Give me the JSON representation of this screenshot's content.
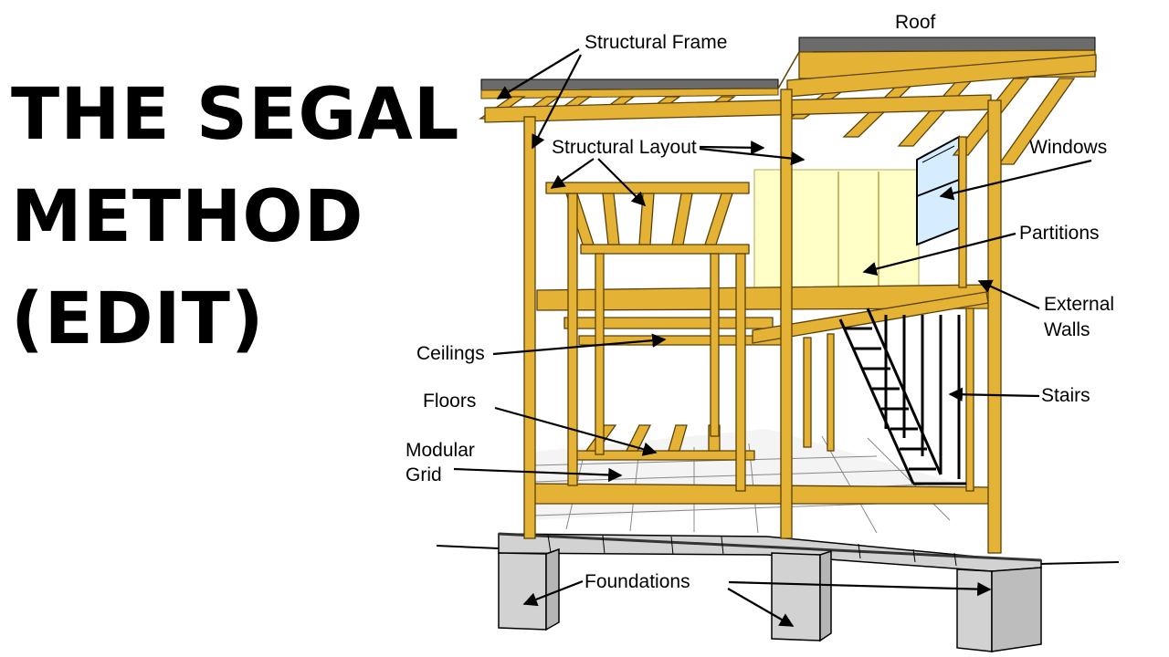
{
  "title": {
    "line1": "THE SEGAL",
    "line2": "METHOD",
    "line3": "(EDIT)"
  },
  "labels": {
    "roof": "Roof",
    "structural_frame": "Structural Frame",
    "structural_layout": "Structural Layout",
    "windows": "Windows",
    "partitions": "Partitions",
    "external_walls_1": "External",
    "external_walls_2": "Walls",
    "ceilings": "Ceilings",
    "stairs": "Stairs",
    "floors": "Floors",
    "modular_grid_1": "Modular",
    "modular_grid_2": "Grid",
    "foundations": "Foundations"
  },
  "colors": {
    "timber": "#E4B235",
    "timber_outline": "#5a4008",
    "roof": "#6b6b6b",
    "partition": "#FFFFC8",
    "window": "#D6ECFF",
    "foundation": "#D2D2D2",
    "text": "#000000"
  }
}
